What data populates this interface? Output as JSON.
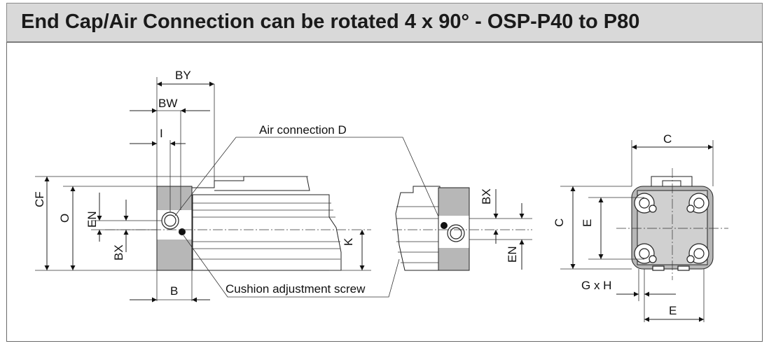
{
  "header": {
    "title": "End Cap/Air Connection can be rotated 4 x 90° - OSP-P40 to P80"
  },
  "labels": {
    "by": "BY",
    "bw": "BW",
    "i": "I",
    "air_connection": "Air connection D",
    "cf": "CF",
    "o": "O",
    "en_left": "EN",
    "bx_left": "BX",
    "b": "B",
    "cushion": "Cushion adjustment screw",
    "k": "K",
    "bx_right": "BX",
    "en_right": "EN",
    "c_top": "C",
    "c_side": "C",
    "e_side": "E",
    "gxh": "G x H",
    "e_bottom": "E"
  },
  "colors": {
    "header_bg": "#d9d9d9",
    "end_cap": "#b7b7b7",
    "line": "#222222"
  }
}
